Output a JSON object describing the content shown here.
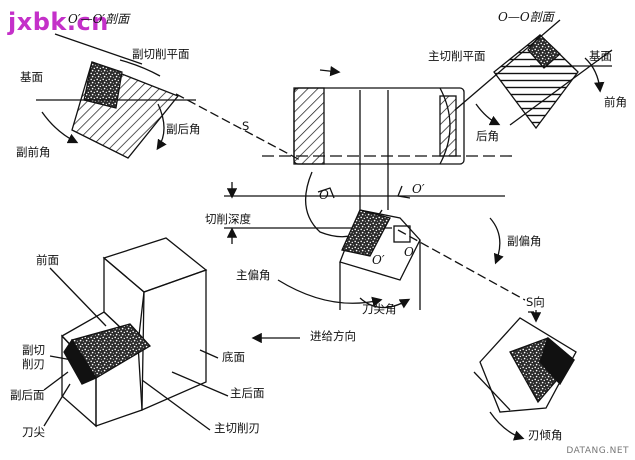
{
  "watermark": "jxbk.cn",
  "footer": "DATANG.NET",
  "sections": {
    "o1": "O′—O′剖面",
    "oo": "O—O剖面",
    "s_dir": "S向"
  },
  "labels": {
    "fu_qie_xue_ping_mian": "副切削平面",
    "ji_mian_left": "基面",
    "fu_hou_jiao": "副后角",
    "fu_qian_jiao": "副前角",
    "s_mark": "S",
    "zhu_qie_xue_ping_mian": "主切削平面",
    "ji_mian_right": "基面",
    "qian_jiao": "前角",
    "hou_jiao": "后角",
    "o_left": "O",
    "o_prime_right": "O′",
    "o_prime_low": "O′",
    "o_low": "O",
    "qie_xue_shen_du": "切削深度",
    "fu_pian_jiao": "副偏角",
    "zhu_pian_jiao": "主偏角",
    "dao_jian_jiao": "刀尖角",
    "jin_gei_fang_xiang": "进给方向",
    "qian_mian": "前面",
    "fu_qie_xue_ren": "副切削刃",
    "fu_hou_mian": "副后面",
    "dao_jian": "刀尖",
    "di_mian": "底面",
    "zhu_hou_mian": "主后面",
    "zhu_qie_xue_ren": "主切削刃",
    "ren_qing_jiao": "刃倾角"
  }
}
